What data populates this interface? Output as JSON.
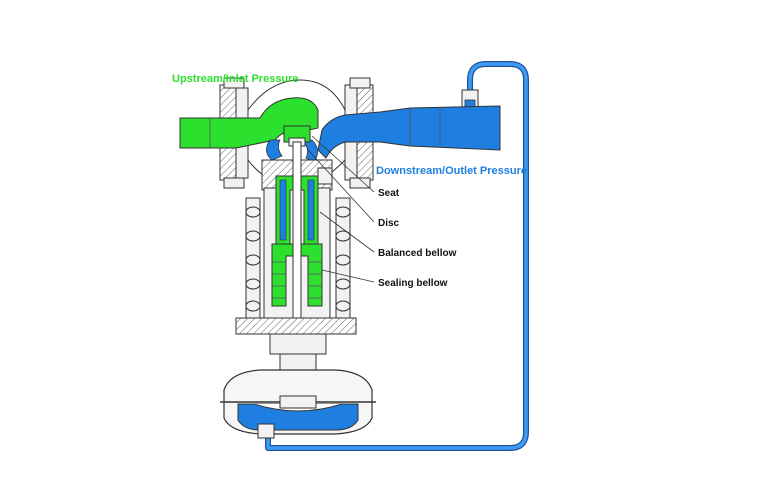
{
  "labels": {
    "inlet": "Upstream/Inlet Pressure",
    "outlet": "Downstream/Outlet Pressure",
    "seat": "Seat",
    "disc": "Disc",
    "balanced_bellow": "Balanced bellow",
    "sealing_bellow": "Sealing bellow"
  },
  "colors": {
    "inlet": "#2ee02e",
    "outlet": "#1f7fe0",
    "outline": "#333333"
  }
}
